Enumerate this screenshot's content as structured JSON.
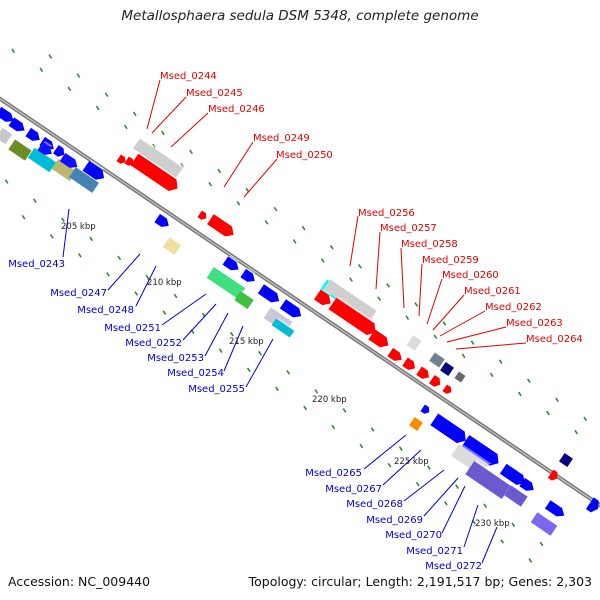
{
  "title": "Metallosphaera sedula DSM 5348, complete genome",
  "footer": {
    "accession": "Accession: NC_009440",
    "topology": "Topology: circular; Length: 2,191,517 bp; Genes: 2,303"
  },
  "kbp_ticks": [
    "205 kbp",
    "210 kbp",
    "215 kbp",
    "220 kbp",
    "225 kbp",
    "230 kbp"
  ],
  "colors": {
    "forward_strand": "#ff0000",
    "reverse_strand": "#0000ff",
    "backbone": "#808080",
    "tick": "#228b22"
  },
  "red_labels": [
    "Msed_0244",
    "Msed_0245",
    "Msed_0246",
    "Msed_0249",
    "Msed_0250",
    "Msed_0256",
    "Msed_0257",
    "Msed_0258",
    "Msed_0259",
    "Msed_0260",
    "Msed_0261",
    "Msed_0262",
    "Msed_0263",
    "Msed_0264"
  ],
  "blue_labels": [
    "Msed_0243",
    "Msed_0247",
    "Msed_0248",
    "Msed_0251",
    "Msed_0252",
    "Msed_0253",
    "Msed_0254",
    "Msed_0255",
    "Msed_0265",
    "Msed_0267",
    "Msed_0268",
    "Msed_0269",
    "Msed_0270",
    "Msed_0271",
    "Msed_0272"
  ]
}
